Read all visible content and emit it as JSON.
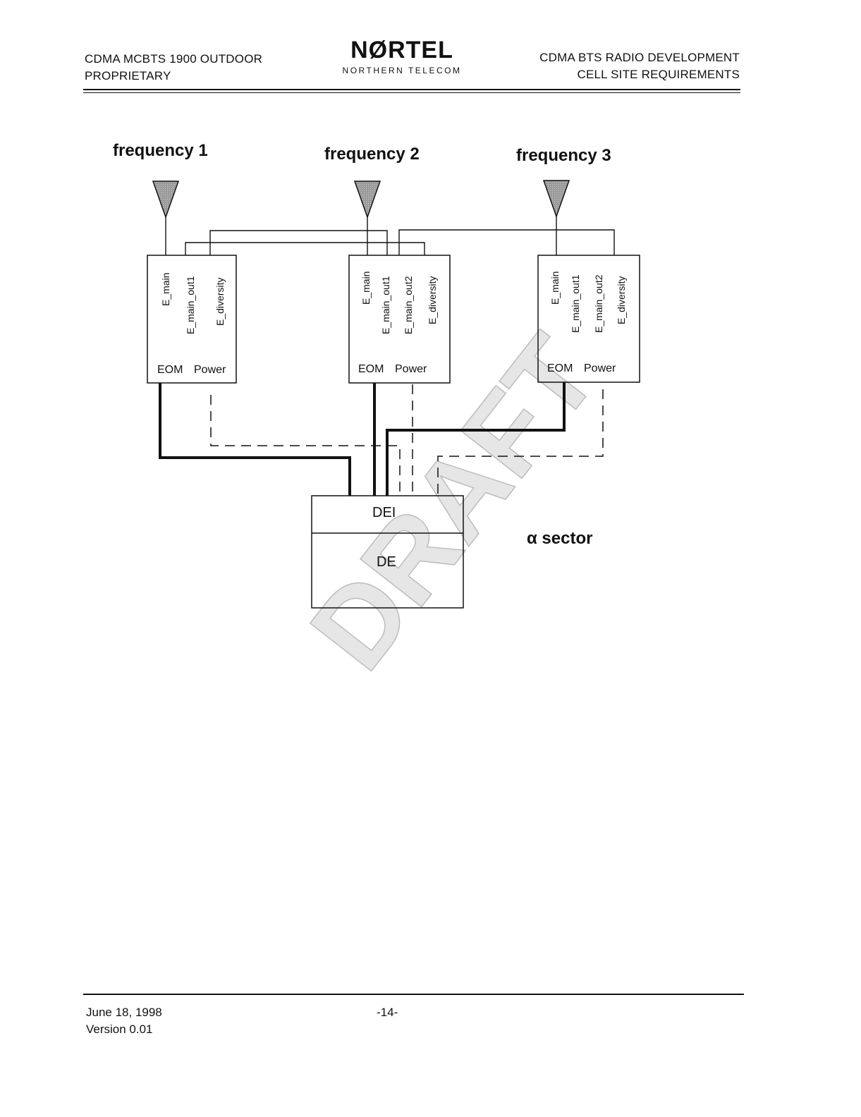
{
  "header": {
    "left_line1": "CDMA MCBTS 1900 OUTDOOR",
    "left_line2": "PROPRIETARY",
    "logo_main": "NØRTEL",
    "logo_sub": "NORTHERN TELECOM",
    "right_line1": "CDMA BTS RADIO DEVELOPMENT",
    "right_line2": "CELL SITE REQUIREMENTS"
  },
  "diagram": {
    "frequencies": [
      "frequency 1",
      "frequency 2",
      "frequency 3"
    ],
    "unit1_ports": [
      "E_main",
      "E_main_out1",
      "E_diversity"
    ],
    "unit2_ports": [
      "E_main",
      "E_main_out1",
      "E_main_out2",
      "E_diversity"
    ],
    "unit3_ports": [
      "E_main",
      "E_main_out1",
      "E_main_out2",
      "E_diversity"
    ],
    "eom_label": "EOM",
    "power_label": "Power",
    "dei_label": "DEI",
    "de_label": "DE",
    "sector_label": "α sector",
    "watermark": "DRAFT"
  },
  "footer": {
    "date": "June 18, 1998",
    "version": "Version 0.01",
    "page": "-14-"
  }
}
